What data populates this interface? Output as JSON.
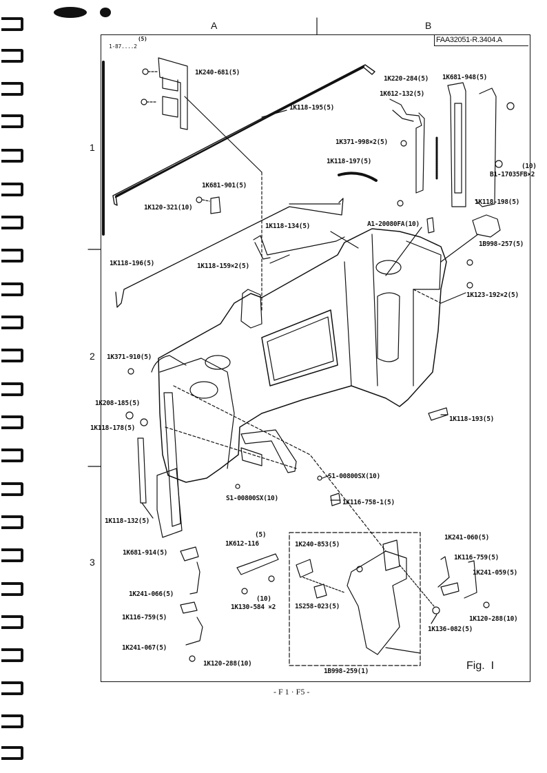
{
  "header": {
    "col_a": "A",
    "col_b": "B",
    "doc_code": "FAA32051-R.3404.A",
    "corner_top": "(5)",
    "corner_bottom": "1-87....2"
  },
  "rows": [
    "1",
    "2",
    "3"
  ],
  "figure_label": "Fig.  I",
  "page_footer": "- F 1 · F5 -",
  "parts": {
    "p01": "1K240-681(5)",
    "p02": "1K118-195(5)",
    "p03": "1K220-284(5)",
    "p04": "1K612-132(5)",
    "p05": "1K681-948(5)",
    "p06": "1K371-998×2(5)",
    "p07": "1K118-197(5)",
    "p08": "(10)",
    "p09": "B1-17035FB×2",
    "p10": "1K681-901(5)",
    "p11": "1K120-321(10)",
    "p12": "1K118-198(5)",
    "p13": "1K118-134(5)",
    "p14": "A1-20080FA(10)",
    "p15": "1B998-257(5)",
    "p16": "1K118-196(5)",
    "p17": "1K118-159×2(5)",
    "p18": "1K123-192×2(5)",
    "p19": "1K371-910(5)",
    "p20": "1K208-185(5)",
    "p21": "1K118-178(5)",
    "p22": "1K118-193(5)",
    "p23": "S1-00800SX(10)",
    "p24": "S1-00800SX(10)",
    "p25": "1K116-758-1(5)",
    "p26": "1K118-132(5)",
    "p27": "1K241-060(5)",
    "p28": "1K116-759(5)",
    "p29": "1K241-059(5)",
    "p30": "(5)",
    "p31": "1K612-116",
    "p32": "1K240-853(5)",
    "p33": "1K681-914(5)",
    "p34": "1K241-066(5)",
    "p35": "(10)",
    "p36": "1K130-584 ×2",
    "p37": "1S258-023(5)",
    "p38": "1K120-288(10)",
    "p39": "1K136-082(5)",
    "p40": "1K116-759(5)",
    "p41": "1K241-067(5)",
    "p42": "1K120-288(10)",
    "p43": "1B998-259(1)"
  }
}
